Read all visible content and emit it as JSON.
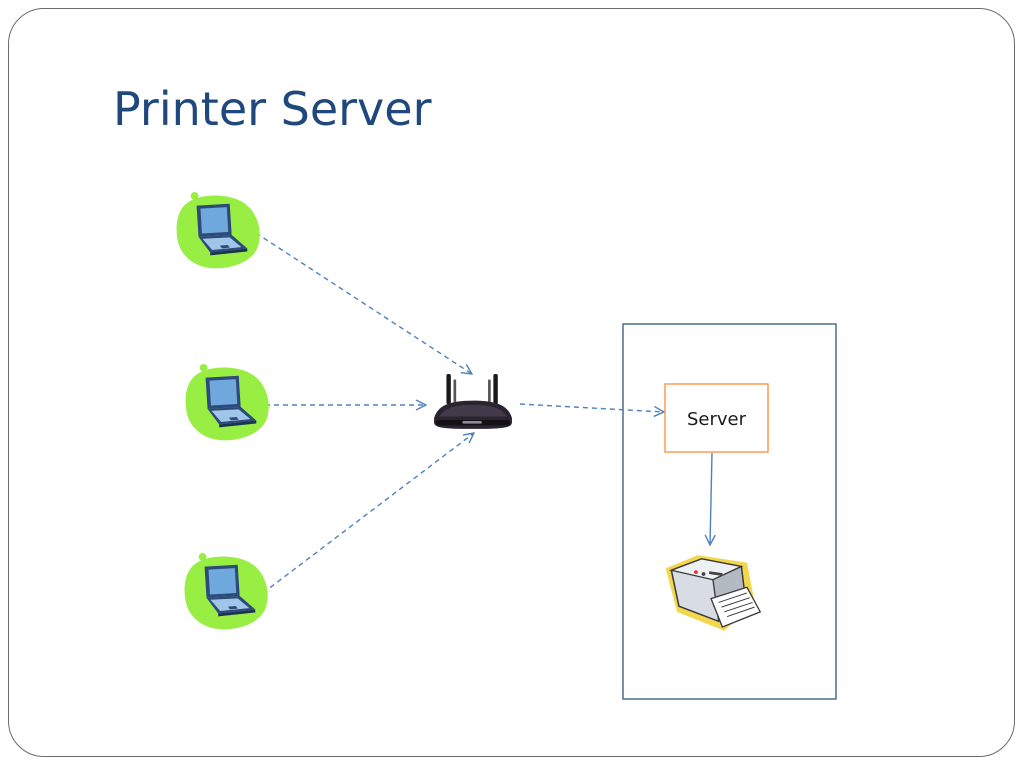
{
  "slide": {
    "title": "Printer Server"
  },
  "diagram": {
    "nodes": [
      {
        "id": "laptop-1",
        "type": "laptop-icon"
      },
      {
        "id": "laptop-2",
        "type": "laptop-icon"
      },
      {
        "id": "laptop-3",
        "type": "laptop-icon"
      },
      {
        "id": "router",
        "type": "wireless-router-icon"
      },
      {
        "id": "server",
        "type": "box",
        "label": "Server"
      },
      {
        "id": "printer",
        "type": "printer-icon"
      }
    ],
    "edges": [
      {
        "from": "laptop-1",
        "to": "router",
        "style": "dashed"
      },
      {
        "from": "laptop-2",
        "to": "router",
        "style": "dashed"
      },
      {
        "from": "laptop-3",
        "to": "router",
        "style": "dashed"
      },
      {
        "from": "router",
        "to": "server",
        "style": "dashed"
      },
      {
        "from": "server",
        "to": "printer",
        "style": "solid"
      }
    ],
    "colors": {
      "title": "#1f497d",
      "connector": "#4f81bd",
      "server_box_border": "#f79646",
      "group_border": "#4a6e8f",
      "laptop_blob": "#99ee44"
    }
  }
}
